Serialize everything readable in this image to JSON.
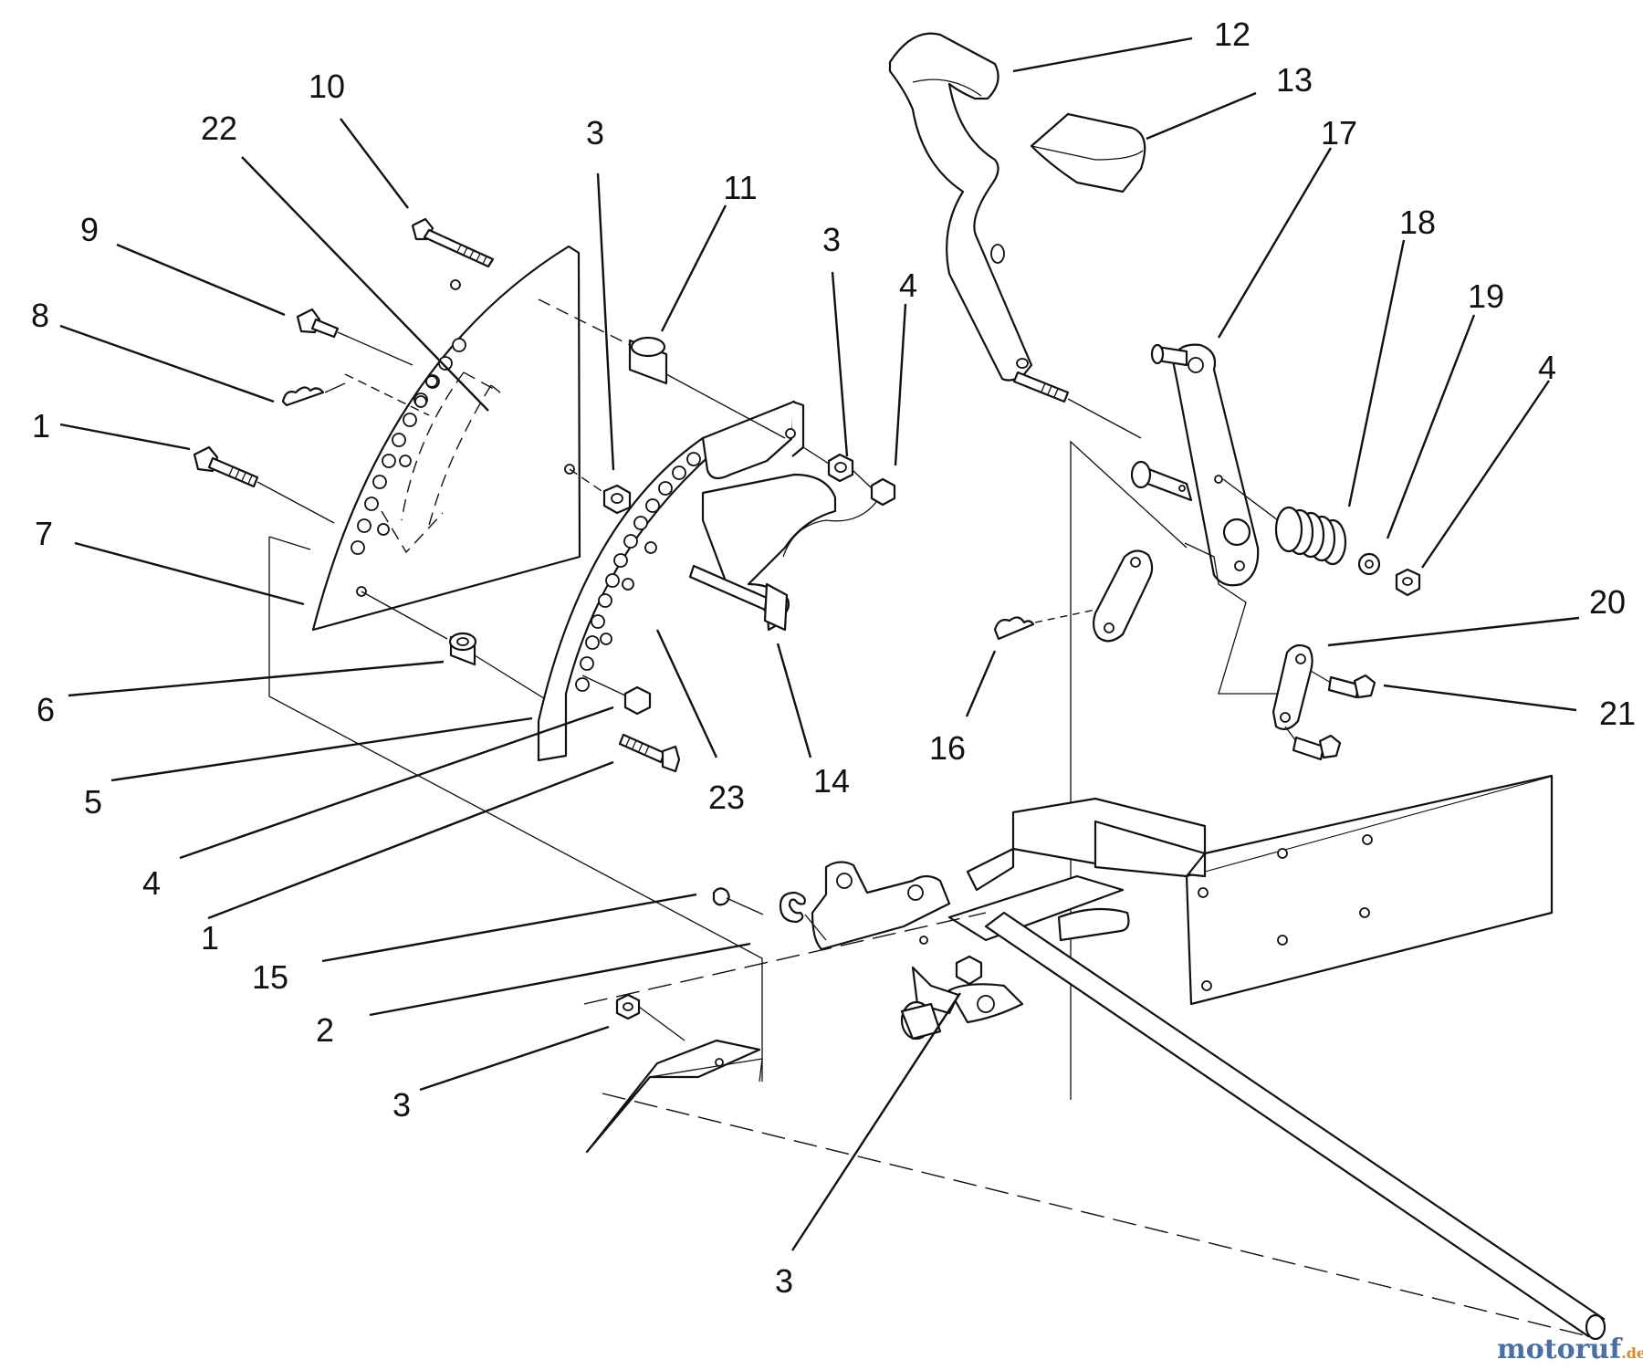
{
  "callouts": [
    {
      "id": "c10",
      "text": "10"
    },
    {
      "id": "c22",
      "text": "22"
    },
    {
      "id": "c3a",
      "text": "3"
    },
    {
      "id": "c9",
      "text": "9"
    },
    {
      "id": "c8",
      "text": "8"
    },
    {
      "id": "c1a",
      "text": "1"
    },
    {
      "id": "c7",
      "text": "7"
    },
    {
      "id": "c6",
      "text": "6"
    },
    {
      "id": "c5",
      "text": "5"
    },
    {
      "id": "c4a",
      "text": "4"
    },
    {
      "id": "c1b",
      "text": "1"
    },
    {
      "id": "c11",
      "text": "11"
    },
    {
      "id": "c3b",
      "text": "3"
    },
    {
      "id": "c4b",
      "text": "4"
    },
    {
      "id": "c23",
      "text": "23"
    },
    {
      "id": "c14",
      "text": "14"
    },
    {
      "id": "c12",
      "text": "12"
    },
    {
      "id": "c13",
      "text": "13"
    },
    {
      "id": "c17",
      "text": "17"
    },
    {
      "id": "c18",
      "text": "18"
    },
    {
      "id": "c19",
      "text": "19"
    },
    {
      "id": "c4c",
      "text": "4"
    },
    {
      "id": "c20",
      "text": "20"
    },
    {
      "id": "c21",
      "text": "21"
    },
    {
      "id": "c16",
      "text": "16"
    },
    {
      "id": "c15",
      "text": "15"
    },
    {
      "id": "c2",
      "text": "2"
    },
    {
      "id": "c3c",
      "text": "3"
    },
    {
      "id": "c3d",
      "text": "3"
    }
  ],
  "watermark": {
    "text_a": "motoruf",
    "text_b": ".de",
    "color_a": "#4a6fa5",
    "color_b": "#d98a2b"
  }
}
